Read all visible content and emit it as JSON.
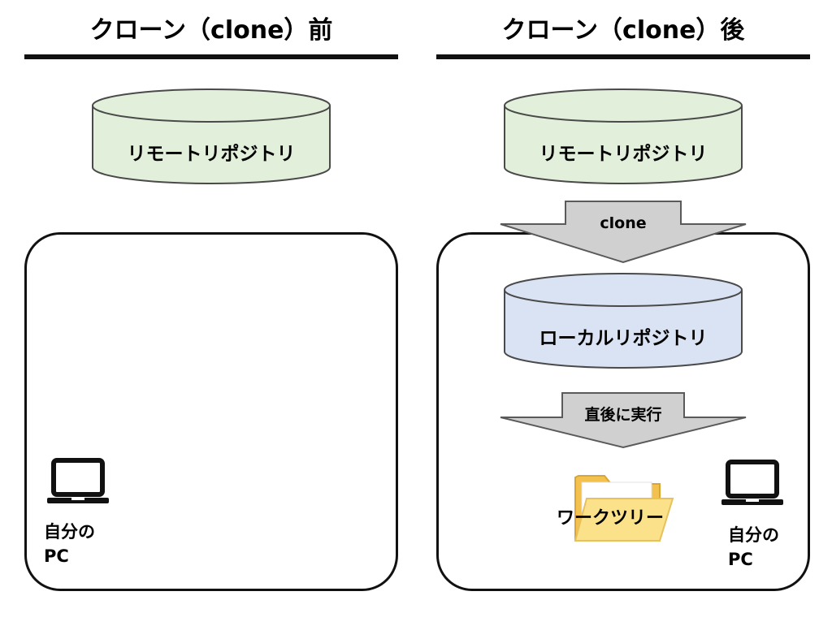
{
  "before": {
    "title": "クローン（clone）前",
    "remote_repo": "リモートリポジトリ",
    "pc_label_line1": "自分の",
    "pc_label_line2": "PC"
  },
  "after": {
    "title": "クローン（clone）後",
    "remote_repo": "リモートリポジトリ",
    "clone_arrow": "clone",
    "local_repo": "ローカルリポジトリ",
    "exec_arrow": "直後に実行",
    "worktree": "ワークツリー",
    "pc_label_line1": "自分の",
    "pc_label_line2": "PC"
  },
  "colors": {
    "remote_fill": "#e2efda",
    "remote_stroke": "#4a4a4a",
    "local_fill": "#dae3f3",
    "arrow_fill": "#d0d0d0",
    "folder_back": "#f2c14e",
    "folder_front": "#fbe18a",
    "line": "#111111"
  },
  "icons": {
    "laptop": "laptop-icon",
    "folder": "folder-icon"
  }
}
